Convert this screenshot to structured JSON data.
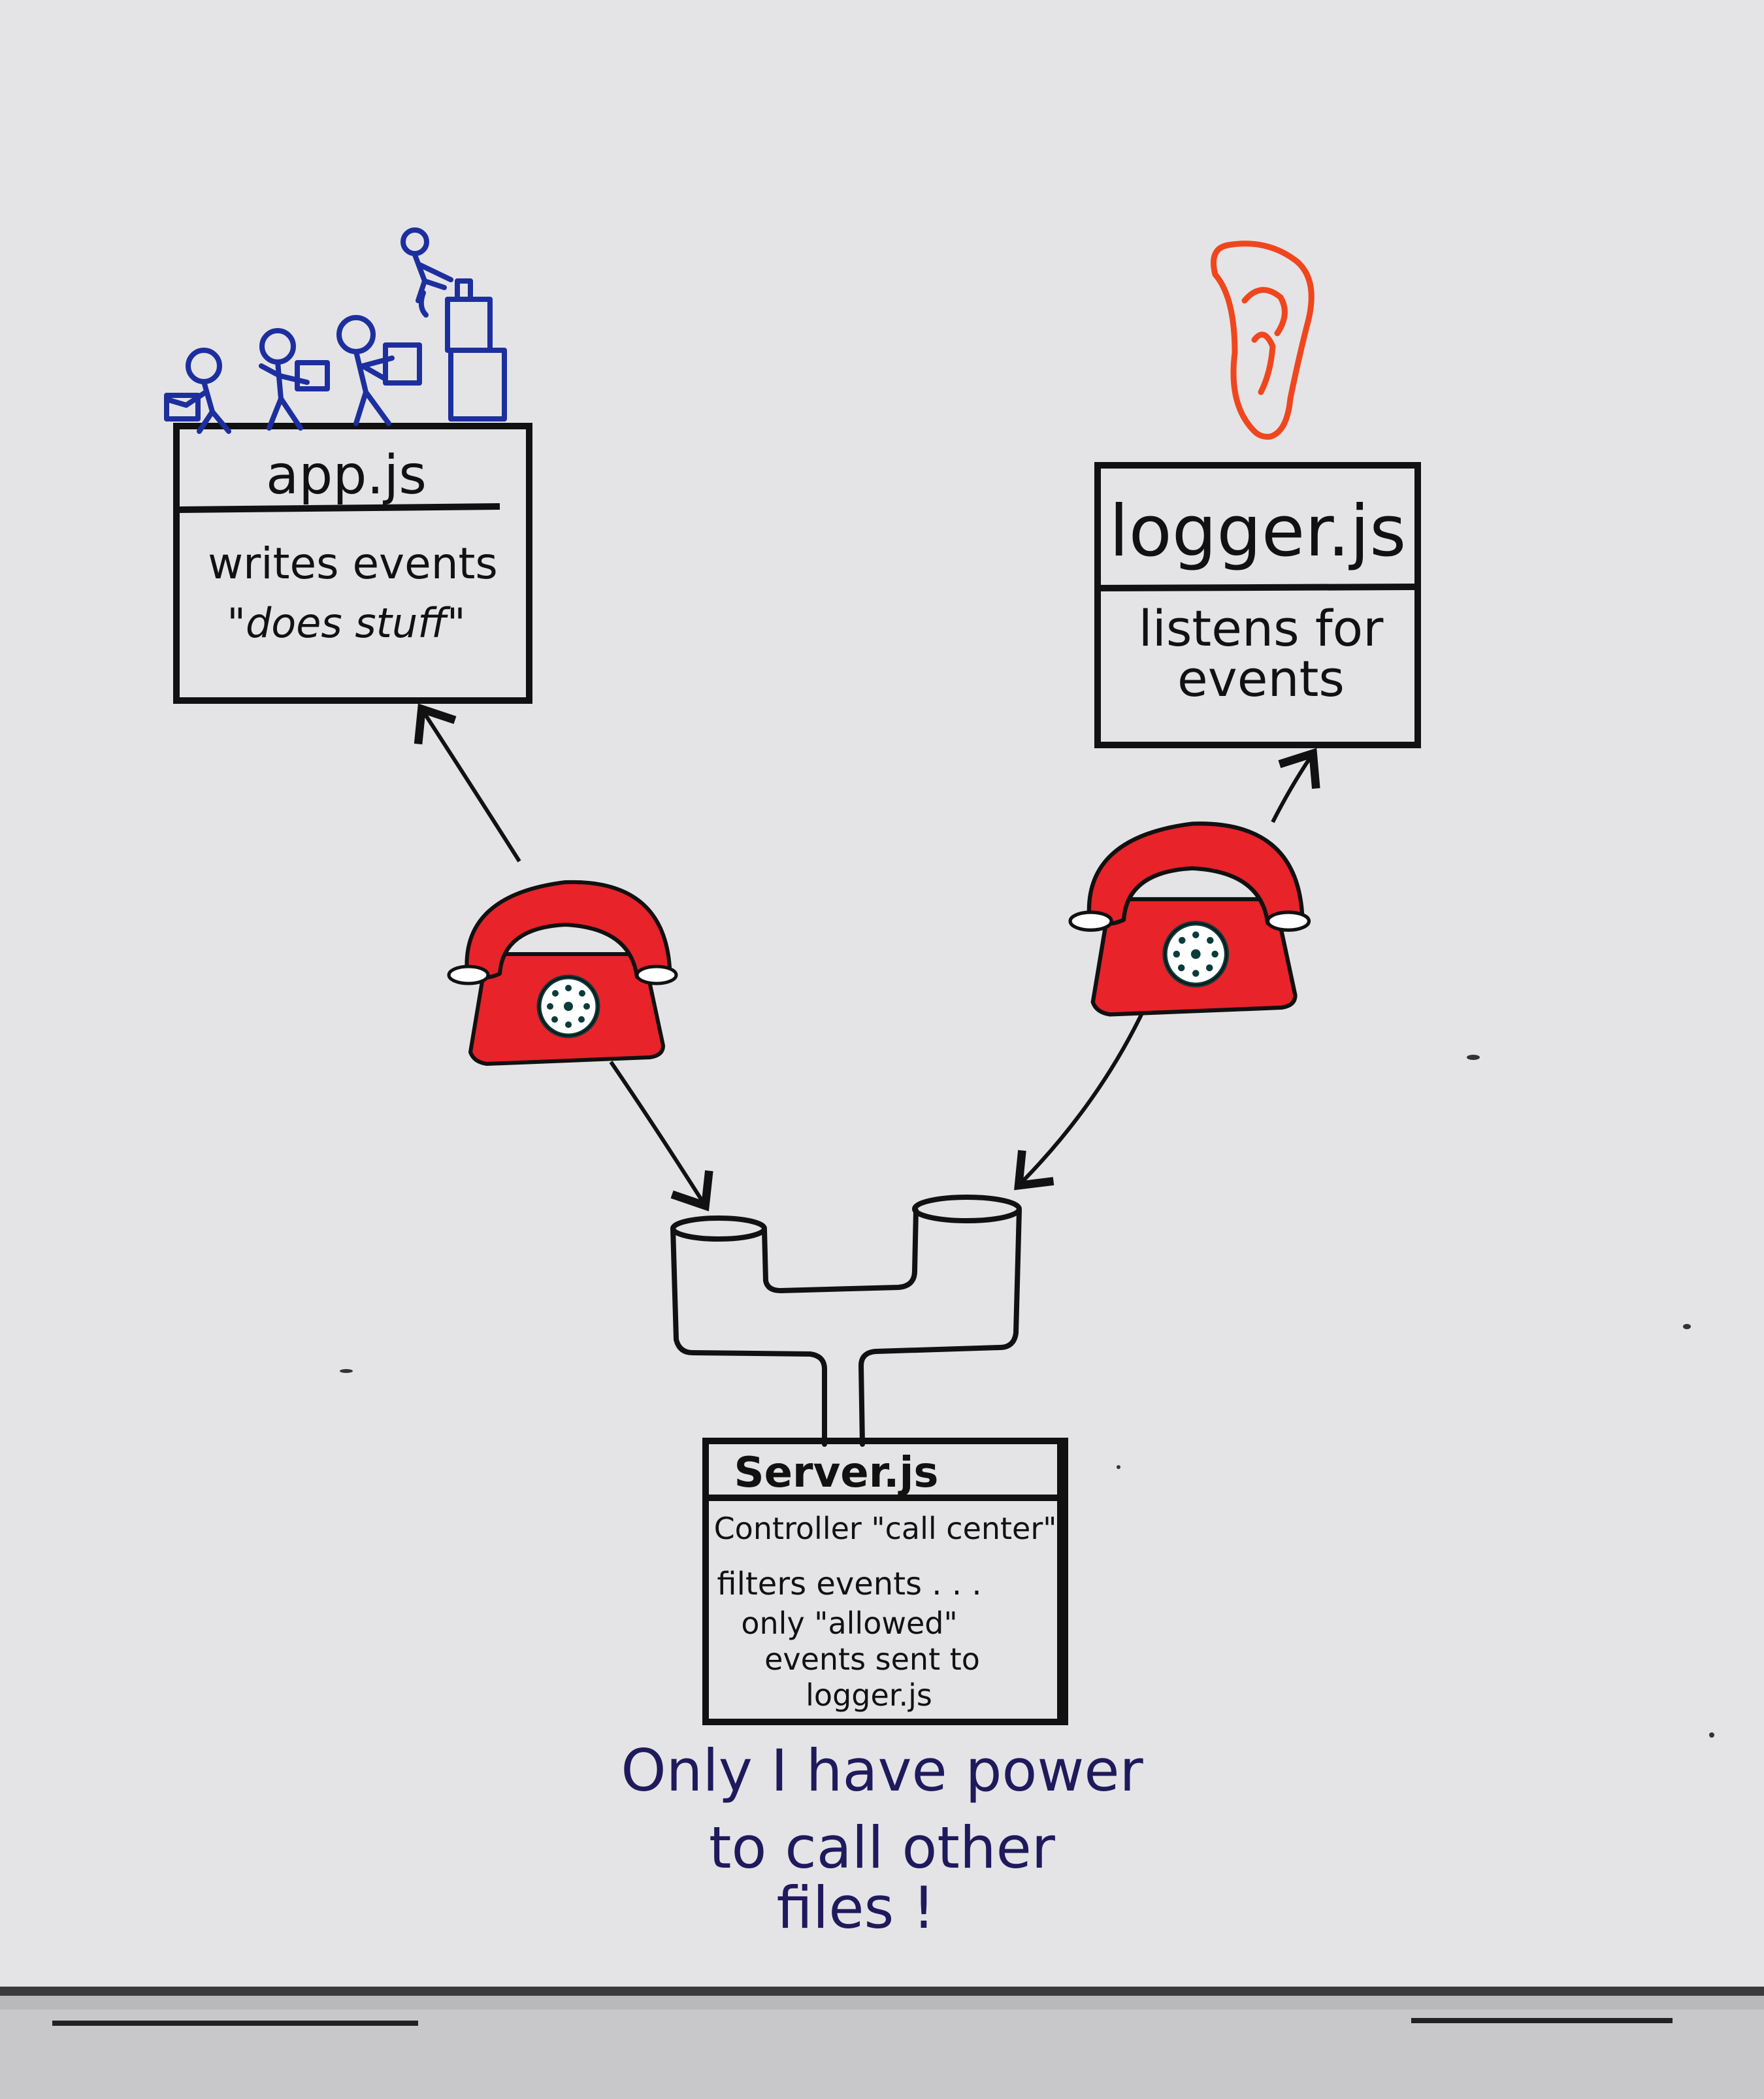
{
  "app_box": {
    "title": "app.js",
    "line1": "writes events",
    "line2": "\"does stuff\""
  },
  "logger_box": {
    "title": "logger.js",
    "line1": "listens for",
    "line2": "events"
  },
  "server_box": {
    "title": "Server.js",
    "line1": "Controller \"call center\"",
    "line2": "filters events . . .",
    "line3": "only \"allowed\"",
    "line4": "events sent to",
    "line5": "logger.js"
  },
  "note": {
    "line1": "Only I have power",
    "line2": "to call other",
    "line3": "files !"
  },
  "colors": {
    "board": "#e4e4e6",
    "ink": "#111111",
    "phone_red": "#e8232a",
    "workers_blue": "#1d2f9e",
    "ear_orange": "#f0461e",
    "note_purple": "#1f1a5c",
    "dial_teal": "#0b3b3a"
  },
  "icons": {
    "workers": "stick-figure-workers-icon",
    "ear": "ear-icon",
    "phone": "rotary-phone-icon",
    "pipe": "y-pipe-icon"
  }
}
